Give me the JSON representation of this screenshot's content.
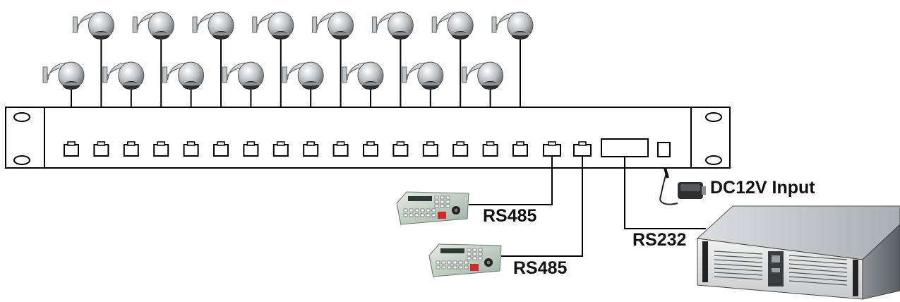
{
  "labels": {
    "dc_input": "DC12V Input",
    "rs485_top": "RS485",
    "rs485_bottom": "RS485",
    "rs232": "RS232"
  },
  "devices": {
    "cameras": 16,
    "camera_ports": 16,
    "keyboard_ports": 2,
    "keyboards": 2
  }
}
